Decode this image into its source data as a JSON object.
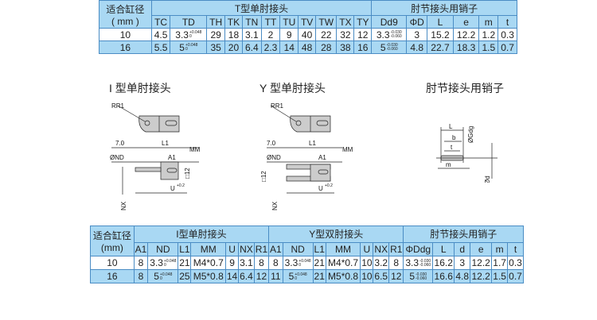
{
  "top_table": {
    "bore_label": "适合缸径",
    "unit_label": "( mm )",
    "group1": "T型单肘接头",
    "group2": "肘节接头用销子",
    "cols1": [
      "TC",
      "TD",
      "TH",
      "TK",
      "TN",
      "TT",
      "TU",
      "TV",
      "TW",
      "TX",
      "TY"
    ],
    "cols2": [
      "Dd9",
      "ΦD",
      "L",
      "e",
      "m",
      "t"
    ],
    "rows": [
      {
        "bore": "10",
        "cells": [
          {
            "v": "4.5"
          },
          {
            "v": "3.3",
            "up": "+0.048",
            "lo": "0"
          },
          {
            "v": "29"
          },
          {
            "v": "18"
          },
          {
            "v": "3.1"
          },
          {
            "v": "2"
          },
          {
            "v": "9"
          },
          {
            "v": "40"
          },
          {
            "v": "22"
          },
          {
            "v": "32"
          },
          {
            "v": "12"
          },
          {
            "v": "3.3",
            "up": "-0.030",
            "lo": "-0.060"
          },
          {
            "v": "3"
          },
          {
            "v": "15.2"
          },
          {
            "v": "12.2"
          },
          {
            "v": "1.2"
          },
          {
            "v": "0.3"
          }
        ]
      },
      {
        "bore": "16",
        "cells": [
          {
            "v": "5.5"
          },
          {
            "v": "5",
            "up": "+0.048",
            "lo": "0"
          },
          {
            "v": "35"
          },
          {
            "v": "20"
          },
          {
            "v": "6.4"
          },
          {
            "v": "2.3"
          },
          {
            "v": "14"
          },
          {
            "v": "48"
          },
          {
            "v": "28"
          },
          {
            "v": "38"
          },
          {
            "v": "16"
          },
          {
            "v": "5",
            "up": "-0.030",
            "lo": "-0.060"
          },
          {
            "v": "4.8"
          },
          {
            "v": "22.7"
          },
          {
            "v": "18.3"
          },
          {
            "v": "1.5"
          },
          {
            "v": "0.7"
          }
        ]
      }
    ]
  },
  "bottom_table": {
    "bore_label": "适合缸径",
    "unit_label": "(mm)",
    "group1": "I型单肘接头",
    "group2": "Y型双肘接头",
    "group3": "肘节接头用销子",
    "cols1": [
      "A1",
      "ND",
      "L1",
      "MM",
      "U",
      "NX",
      "R1"
    ],
    "cols2": [
      "A1",
      "ND",
      "L1",
      "MM",
      "U",
      "NX",
      "R1"
    ],
    "cols3": [
      "ΦDdg",
      "L",
      "d",
      "e",
      "m",
      "t"
    ],
    "rows": [
      {
        "bore": "10",
        "cells": [
          {
            "v": "8"
          },
          {
            "v": "3.3",
            "up": "+0.048",
            "lo": "0"
          },
          {
            "v": "21"
          },
          {
            "v": "M4*0.7"
          },
          {
            "v": "9"
          },
          {
            "v": "3.1"
          },
          {
            "v": "8"
          },
          {
            "v": "8"
          },
          {
            "v": "3.3",
            "up": "+0.048",
            "lo": "0"
          },
          {
            "v": "21"
          },
          {
            "v": "M4*0.7"
          },
          {
            "v": "10"
          },
          {
            "v": "3.2"
          },
          {
            "v": "8"
          },
          {
            "v": "3.3",
            "up": "-0.030",
            "lo": "-0.060"
          },
          {
            "v": "16.2"
          },
          {
            "v": "3"
          },
          {
            "v": "12.2"
          },
          {
            "v": "1.7"
          },
          {
            "v": "0.3"
          }
        ]
      },
      {
        "bore": "16",
        "cells": [
          {
            "v": "8"
          },
          {
            "v": "5",
            "up": "+0.048",
            "lo": "0"
          },
          {
            "v": "25"
          },
          {
            "v": "M5*0.8"
          },
          {
            "v": "14"
          },
          {
            "v": "6.4"
          },
          {
            "v": "12"
          },
          {
            "v": "11"
          },
          {
            "v": "5",
            "up": "+0.048",
            "lo": "0"
          },
          {
            "v": "21"
          },
          {
            "v": "M5*0.8"
          },
          {
            "v": "10"
          },
          {
            "v": "6.5"
          },
          {
            "v": "12"
          },
          {
            "v": "5",
            "up": "-0.030",
            "lo": "-0.060"
          },
          {
            "v": "16.6"
          },
          {
            "v": "4.8"
          },
          {
            "v": "12.2"
          },
          {
            "v": "1.5"
          },
          {
            "v": "0.7"
          }
        ]
      }
    ]
  },
  "drawings": {
    "i_title": "I 型单肘接头",
    "y_title": "Y 型单肘接头",
    "pin_title": "肘节接头用销子",
    "rr1": "RR1",
    "d70": "7.0",
    "l1": "L1",
    "mm": "MM",
    "nd": "ØND",
    "a1": "A1",
    "sq12": "□12",
    "u": "U",
    "u_tol": "+0.2",
    "nx": "NX",
    "pin_L": "L",
    "pin_b": "b",
    "pin_t": "t",
    "pin_m": "m",
    "pin_gdg": "ØGdg",
    "pin_d": "Ød"
  }
}
